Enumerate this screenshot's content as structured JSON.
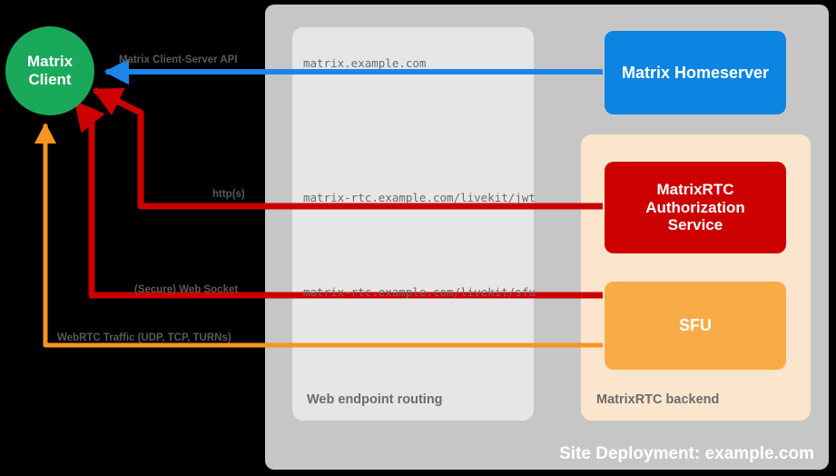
{
  "diagram": {
    "title": "Site Deployment: example.com",
    "containers": {
      "site_deployment": {
        "label": "Site Deployment: example.com",
        "color": "#c6c6c6"
      },
      "web_endpoint_routing": {
        "label": "Web endpoint routing",
        "color": "#e6e6e6"
      },
      "matrixrtc_backend": {
        "label": "MatrixRTC backend",
        "color": "#fce5cd"
      }
    },
    "nodes": {
      "matrix_client": {
        "label_line1": "Matrix",
        "label_line2": "Client",
        "color": "#1aa85a",
        "shape": "circle"
      },
      "matrix_homeserver": {
        "label": "Matrix Homeserver",
        "color": "#0b84e2",
        "shape": "rounded-rect"
      },
      "matrixrtc_auth_service": {
        "label_line1": "MatrixRTC",
        "label_line2": "Authorization",
        "label_line3": "Service",
        "color": "#cc0000",
        "shape": "rounded-rect"
      },
      "sfu": {
        "label": "SFU",
        "color": "#f9ab48",
        "shape": "rounded-rect"
      }
    },
    "edges": [
      {
        "id": "client-server-api",
        "protocol_label": "Matrix Client-Server API",
        "endpoint_label": "matrix.example.com",
        "color": "#1c86e8",
        "from": "matrix_homeserver",
        "to": "matrix_client"
      },
      {
        "id": "jwt-http",
        "protocol_label": "http(s)",
        "endpoint_label": "matrix-rtc.example.com/livekit/jwt",
        "color": "#cc0000",
        "from": "matrix_client",
        "to": "matrixrtc_auth_service"
      },
      {
        "id": "sfu-websocket",
        "protocol_label": "(Secure) Web Socket",
        "endpoint_label": "matrix-rtc.example.com/livekit/sfu",
        "color": "#cc0000",
        "from": "matrix_client",
        "to": "sfu"
      },
      {
        "id": "webrtc-traffic",
        "protocol_label": "WebRTC Traffic (UDP, TCP, TURNs)",
        "endpoint_label": "",
        "color": "#f79521",
        "from": "matrix_client",
        "to": "sfu"
      }
    ]
  }
}
